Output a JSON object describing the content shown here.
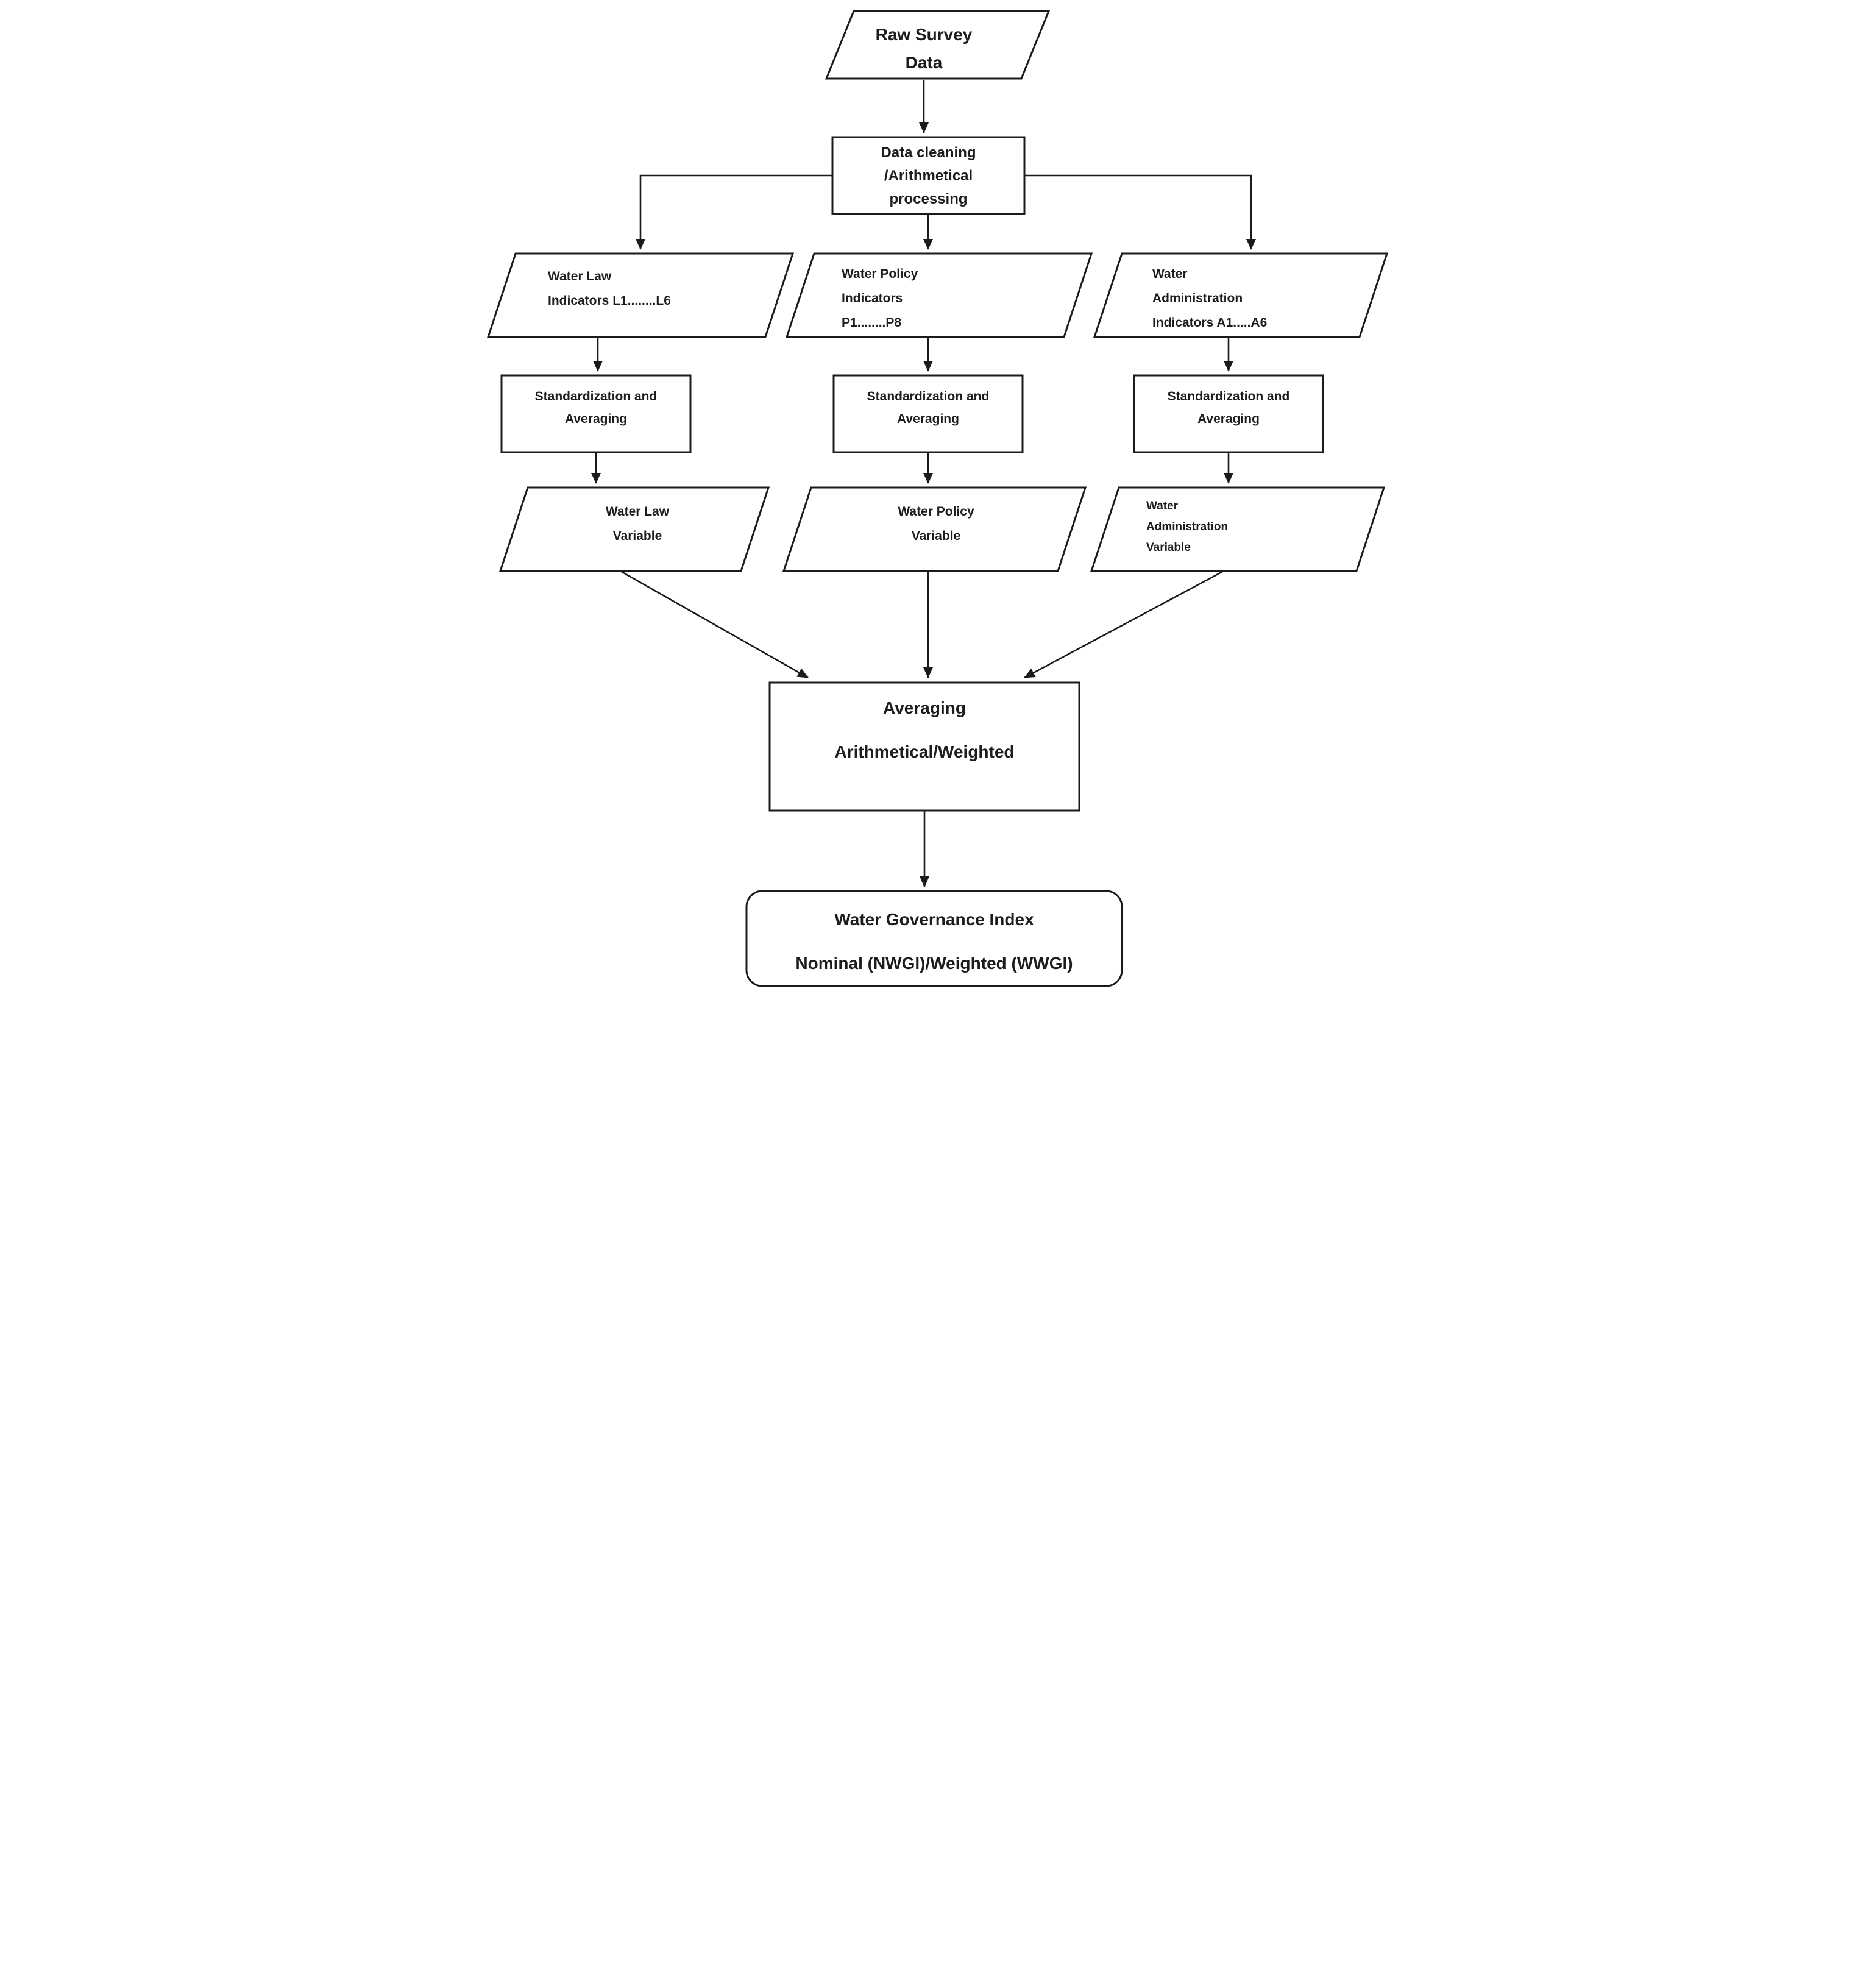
{
  "colors": {
    "stroke": "#1b1b1b",
    "text": "#1d1d1d",
    "background": "#ffffff"
  },
  "nodes": {
    "raw_survey": {
      "shape": "parallelogram",
      "lines": [
        "Raw Survey",
        "Data"
      ]
    },
    "data_cleaning": {
      "shape": "rectangle",
      "lines": [
        "Data cleaning",
        "/Arithmetical",
        "processing"
      ]
    },
    "water_law_indicators": {
      "shape": "parallelogram",
      "lines": [
        "Water Law",
        "Indicators L1........L6"
      ]
    },
    "water_policy_indicators": {
      "shape": "parallelogram",
      "lines": [
        "Water Policy",
        "Indicators",
        "P1........P8"
      ]
    },
    "water_admin_indicators": {
      "shape": "parallelogram",
      "lines": [
        "Water",
        "Administration",
        "Indicators A1.....A6"
      ]
    },
    "standardization_law": {
      "shape": "rectangle",
      "lines": [
        "Standardization and",
        "Averaging"
      ]
    },
    "standardization_policy": {
      "shape": "rectangle",
      "lines": [
        "Standardization and",
        "Averaging"
      ]
    },
    "standardization_admin": {
      "shape": "rectangle",
      "lines": [
        "Standardization and",
        "Averaging"
      ]
    },
    "water_law_variable": {
      "shape": "parallelogram",
      "lines": [
        "Water Law",
        "Variable"
      ]
    },
    "water_policy_variable": {
      "shape": "parallelogram",
      "lines": [
        "Water Policy",
        "Variable"
      ]
    },
    "water_admin_variable": {
      "shape": "parallelogram",
      "lines": [
        "Water",
        "Administration",
        "Variable"
      ]
    },
    "averaging": {
      "shape": "rectangle",
      "lines": [
        "Averaging",
        "Arithmetical/Weighted"
      ]
    },
    "water_governance_index": {
      "shape": "rounded-rectangle",
      "lines": [
        "Water Governance Index",
        "Nominal (NWGI)/Weighted (WWGI)"
      ]
    }
  }
}
